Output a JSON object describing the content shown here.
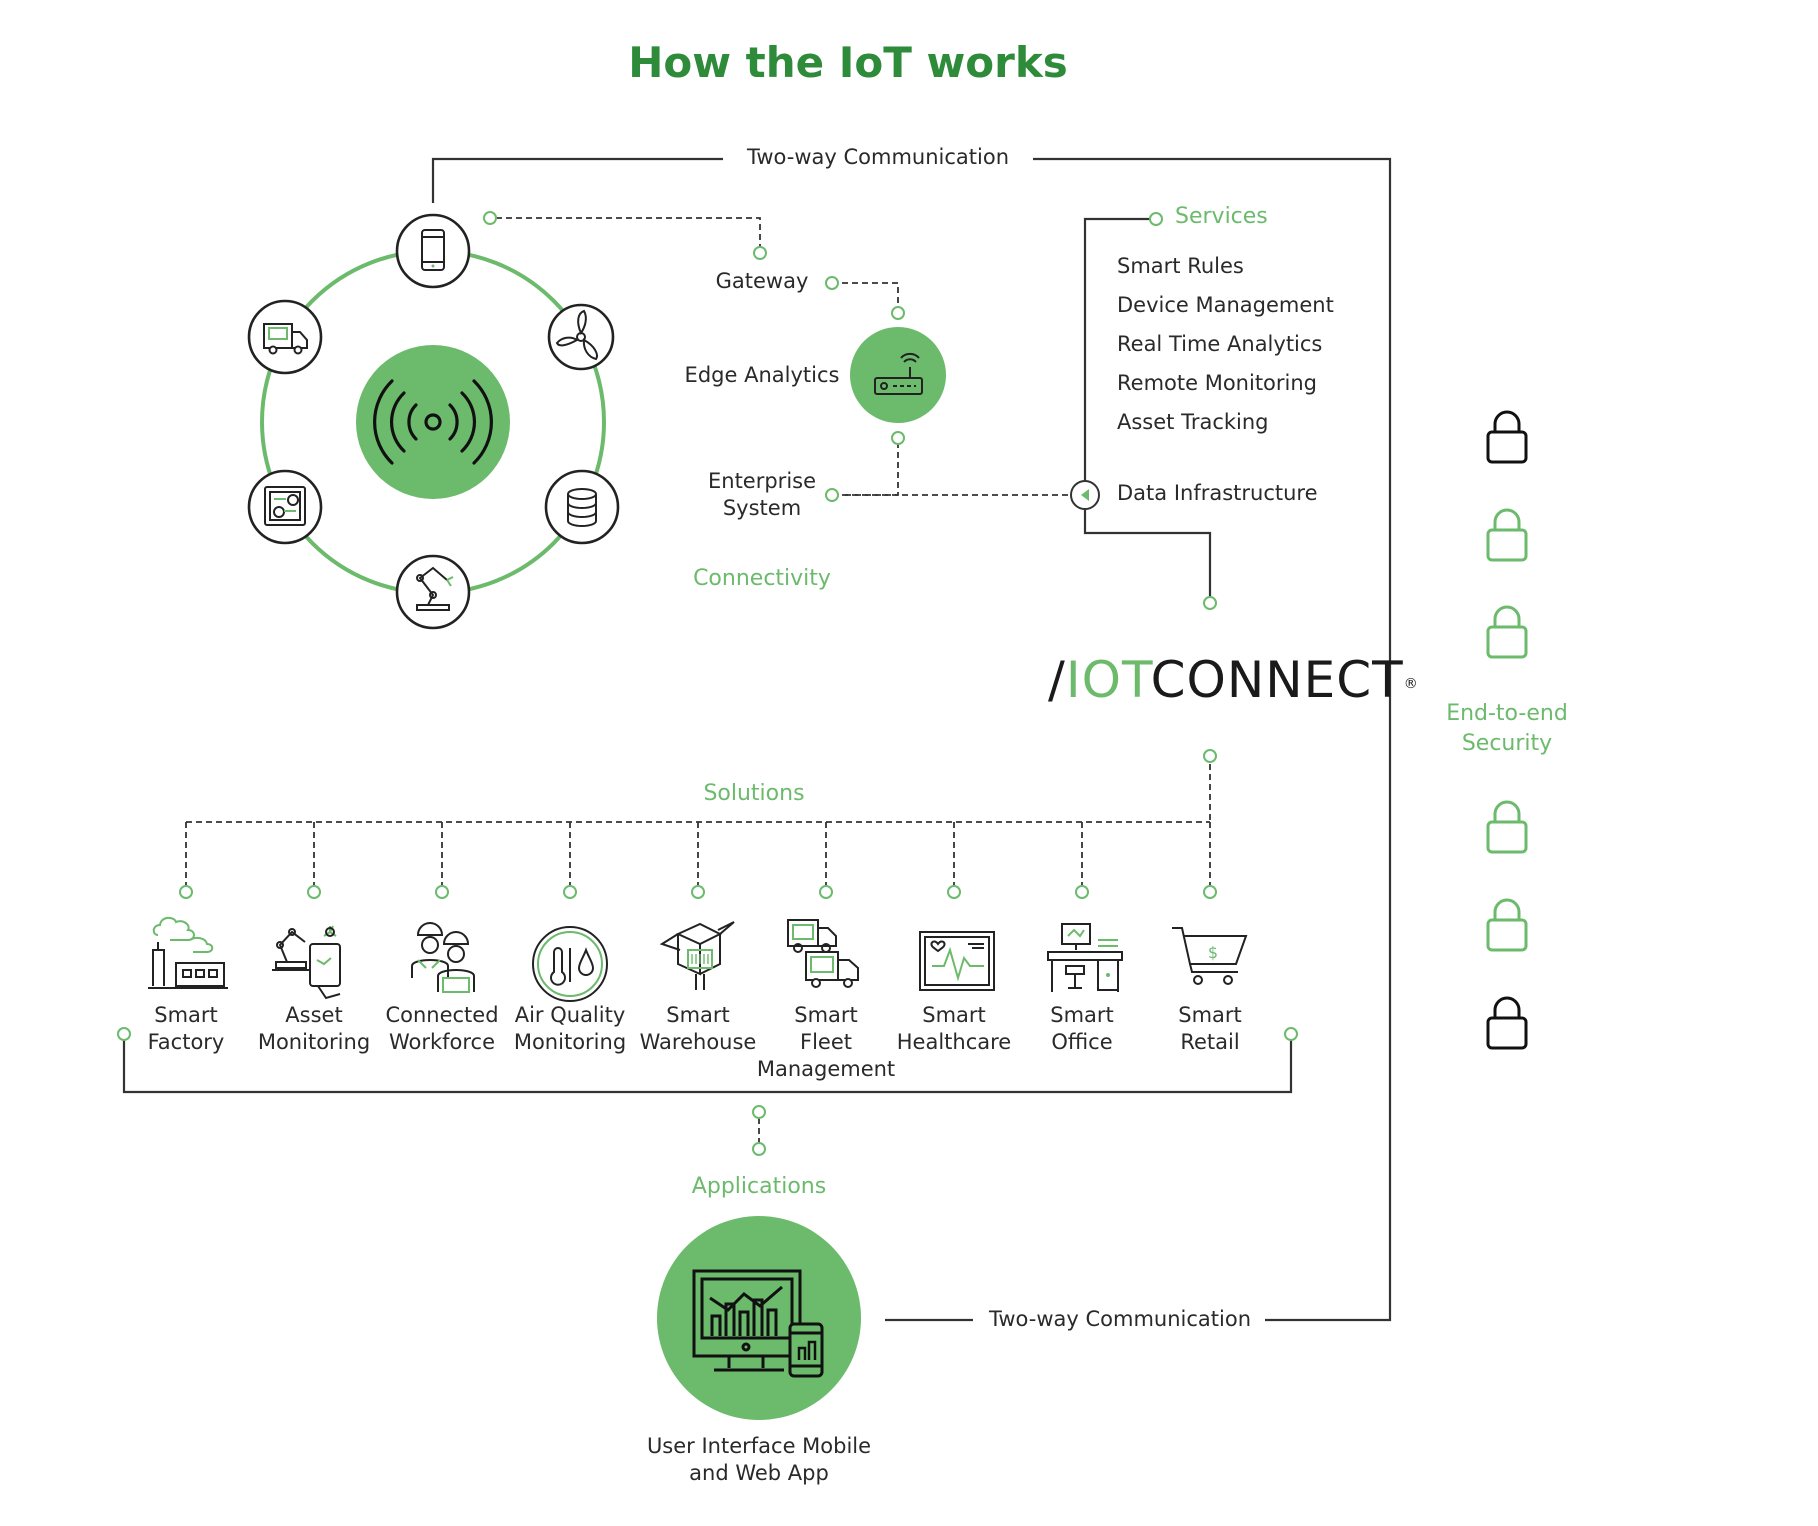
{
  "title": "How the IoT works",
  "two_way_top": "Two-way Communication",
  "two_way_bottom": "Two-way Communication",
  "connectivity": {
    "heading": "Connectivity",
    "gateway": "Gateway",
    "edge": "Edge Analytics",
    "enterprise_line1": "Enterprise",
    "enterprise_line2": "System"
  },
  "services": {
    "heading": "Services",
    "items": [
      "Smart Rules",
      "Device Management",
      "Real Time Analytics",
      "Remote Monitoring",
      "Asset Tracking"
    ],
    "data_infra": "Data Infrastructure"
  },
  "logo": {
    "slash": "/",
    "iot": "IOT",
    "connect": "CONNECT",
    "mark": "®"
  },
  "security": {
    "line1": "End-to-end",
    "line2": "Security"
  },
  "solutions": {
    "heading": "Solutions",
    "items": [
      {
        "l1": "Smart",
        "l2": "Factory",
        "l3": "",
        "icon": "factory-icon"
      },
      {
        "l1": "Asset",
        "l2": "Monitoring",
        "l3": "",
        "icon": "robot-arm-tablet-icon"
      },
      {
        "l1": "Connected",
        "l2": "Workforce",
        "l3": "",
        "icon": "workers-icon"
      },
      {
        "l1": "Air Quality",
        "l2": "Monitoring",
        "l3": "",
        "icon": "thermometer-drop-icon"
      },
      {
        "l1": "Smart",
        "l2": "Warehouse",
        "l3": "",
        "icon": "package-icon"
      },
      {
        "l1": "Smart",
        "l2": "Fleet",
        "l3": "Management",
        "icon": "trucks-icon"
      },
      {
        "l1": "Smart",
        "l2": "Healthcare",
        "l3": "",
        "icon": "heart-monitor-icon"
      },
      {
        "l1": "Smart",
        "l2": "Office",
        "l3": "",
        "icon": "office-desk-icon"
      },
      {
        "l1": "Smart",
        "l2": "Retail",
        "l3": "",
        "icon": "shopping-cart-icon"
      }
    ]
  },
  "applications": {
    "heading": "Applications",
    "line1": "User Interface Mobile",
    "line2": "and Web App"
  },
  "devices": [
    "mobile-phone-icon",
    "wind-turbine-icon",
    "database-icon",
    "robot-arm-icon",
    "control-panel-icon",
    "truck-icon"
  ],
  "colors": {
    "green": "#6cba6c",
    "title_green": "#2e8b3a",
    "dark": "#1a1a1a",
    "line": "#333333"
  }
}
